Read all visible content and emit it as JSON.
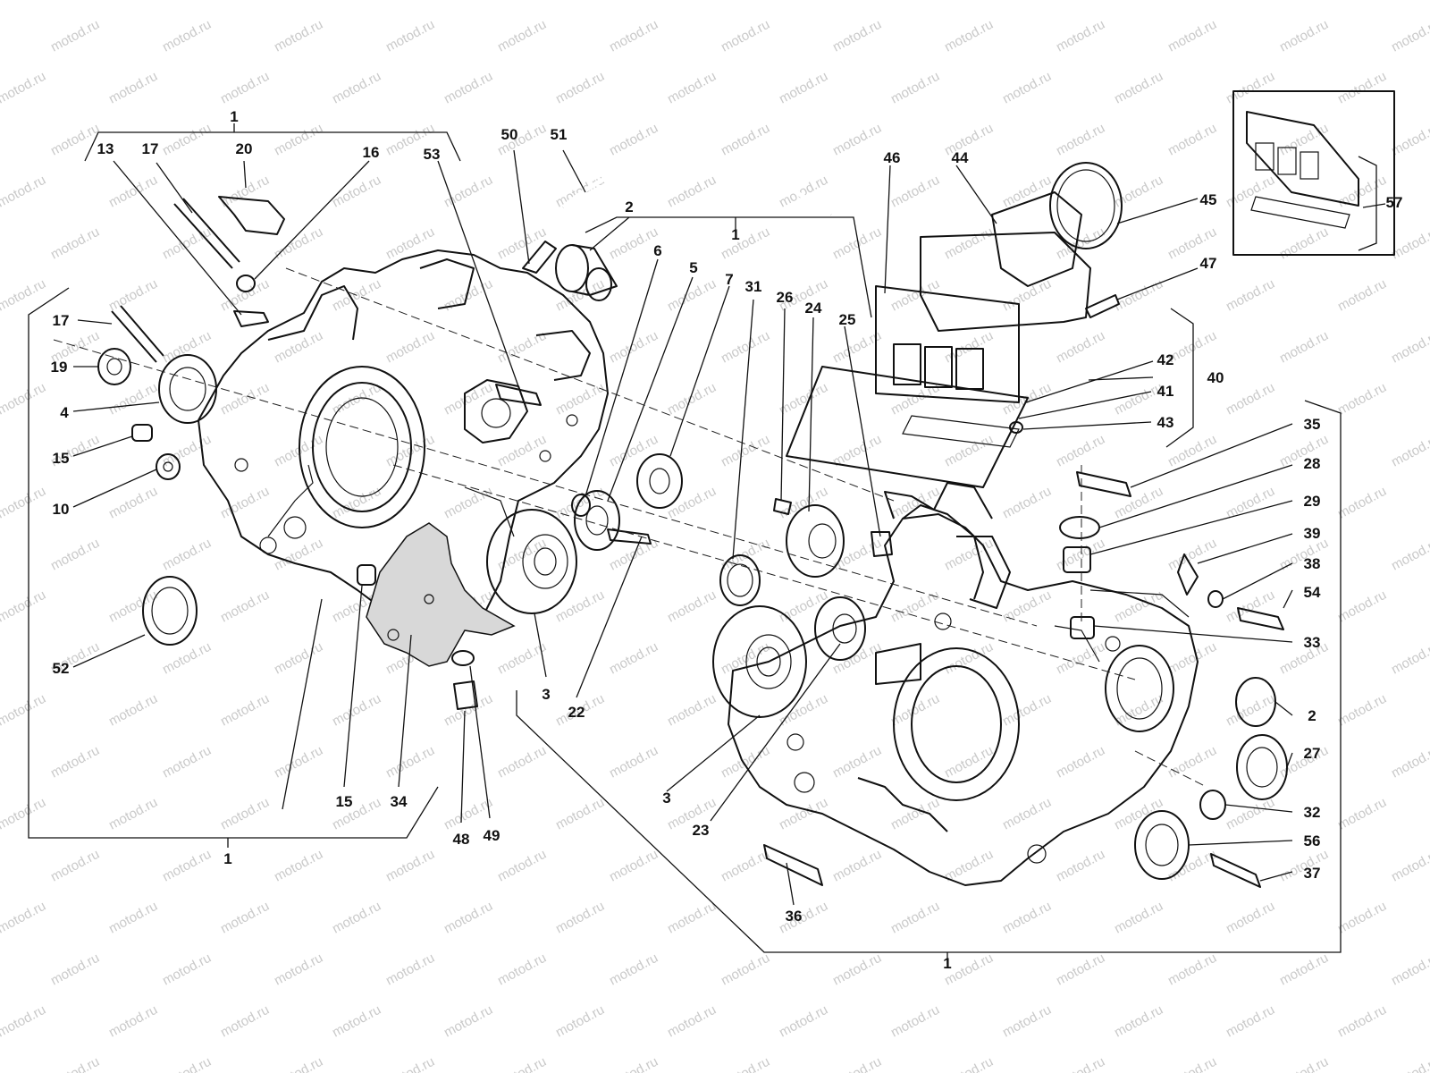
{
  "watermark": {
    "text": "motod.ru"
  },
  "callouts": [
    {
      "id": "c1-left-top",
      "label": "1"
    },
    {
      "id": "c13",
      "label": "13"
    },
    {
      "id": "c17-top",
      "label": "17"
    },
    {
      "id": "c20",
      "label": "20"
    },
    {
      "id": "c16",
      "label": "16"
    },
    {
      "id": "c53",
      "label": "53"
    },
    {
      "id": "c50",
      "label": "50"
    },
    {
      "id": "c51",
      "label": "51"
    },
    {
      "id": "c2-top",
      "label": "2"
    },
    {
      "id": "c6",
      "label": "6"
    },
    {
      "id": "c5",
      "label": "5"
    },
    {
      "id": "c1-center-top",
      "label": "1"
    },
    {
      "id": "c7",
      "label": "7"
    },
    {
      "id": "c31",
      "label": "31"
    },
    {
      "id": "c26",
      "label": "26"
    },
    {
      "id": "c24",
      "label": "24"
    },
    {
      "id": "c25",
      "label": "25"
    },
    {
      "id": "c46",
      "label": "46"
    },
    {
      "id": "c44",
      "label": "44"
    },
    {
      "id": "c45",
      "label": "45"
    },
    {
      "id": "c47",
      "label": "47"
    },
    {
      "id": "c57",
      "label": "57"
    },
    {
      "id": "c42",
      "label": "42"
    },
    {
      "id": "c41",
      "label": "41"
    },
    {
      "id": "c40",
      "label": "40"
    },
    {
      "id": "c43",
      "label": "43"
    },
    {
      "id": "c35",
      "label": "35"
    },
    {
      "id": "c28",
      "label": "28"
    },
    {
      "id": "c29",
      "label": "29"
    },
    {
      "id": "c39",
      "label": "39"
    },
    {
      "id": "c38",
      "label": "38"
    },
    {
      "id": "c54",
      "label": "54"
    },
    {
      "id": "c33",
      "label": "33"
    },
    {
      "id": "c2-right",
      "label": "2"
    },
    {
      "id": "c27",
      "label": "27"
    },
    {
      "id": "c32",
      "label": "32"
    },
    {
      "id": "c56",
      "label": "56"
    },
    {
      "id": "c37",
      "label": "37"
    },
    {
      "id": "c1-right-bottom",
      "label": "1"
    },
    {
      "id": "c36",
      "label": "36"
    },
    {
      "id": "c23",
      "label": "23"
    },
    {
      "id": "c3-center",
      "label": "3"
    },
    {
      "id": "c3-left",
      "label": "3"
    },
    {
      "id": "c22",
      "label": "22"
    },
    {
      "id": "c49",
      "label": "49"
    },
    {
      "id": "c48",
      "label": "48"
    },
    {
      "id": "c34",
      "label": "34"
    },
    {
      "id": "c15-bottom",
      "label": "15"
    },
    {
      "id": "c1-left-bottom",
      "label": "1"
    },
    {
      "id": "c52",
      "label": "52"
    },
    {
      "id": "c10",
      "label": "10"
    },
    {
      "id": "c15-left",
      "label": "15"
    },
    {
      "id": "c4",
      "label": "4"
    },
    {
      "id": "c19",
      "label": "19"
    },
    {
      "id": "c17-left",
      "label": "17"
    }
  ]
}
